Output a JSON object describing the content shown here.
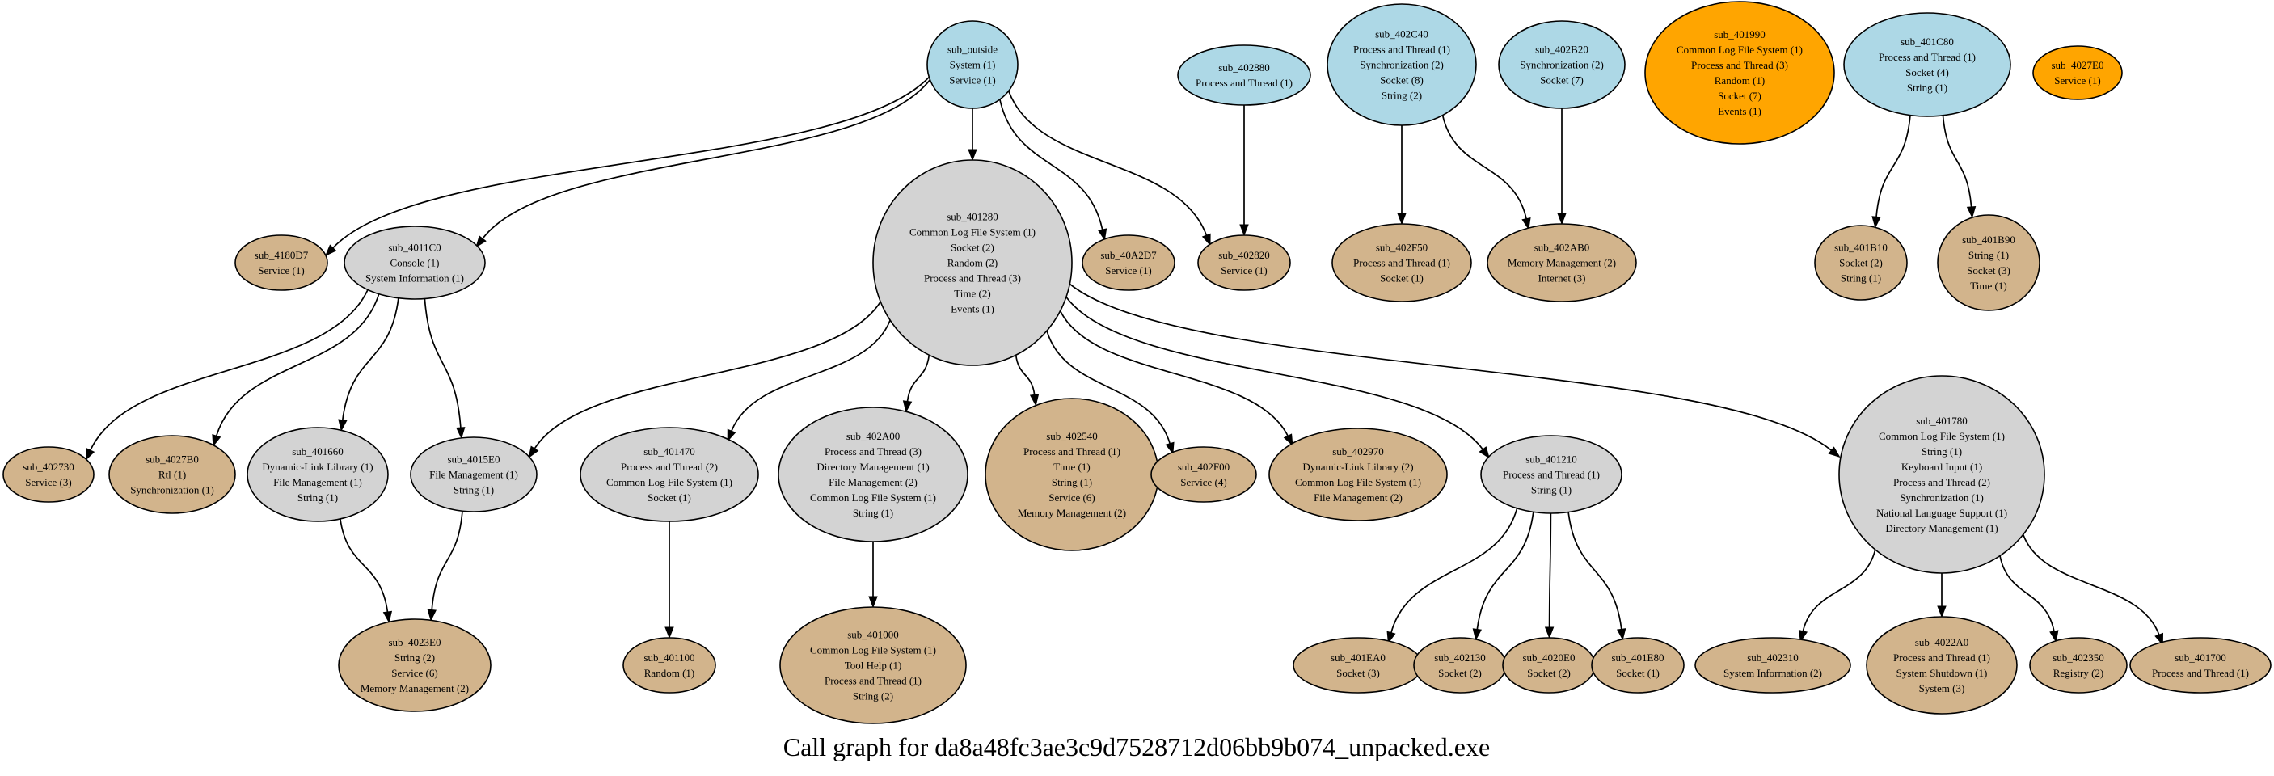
{
  "caption": "Call graph for da8a48fc3ae3c9d7528712d06bb9b074_unpacked.exe",
  "colors": {
    "entry": "#add8e6",
    "internal": "#d3d3d3",
    "leaf": "#d2b48c",
    "isolated": "#ffa500",
    "stroke": "#000000"
  },
  "nodes": [
    {
      "id": "sub_outside",
      "kind": "entry",
      "lines": [
        "sub_outside",
        "System (1)",
        "Service (1)"
      ]
    },
    {
      "id": "sub_402880",
      "kind": "entry",
      "lines": [
        "sub_402880",
        "Process and Thread (1)"
      ]
    },
    {
      "id": "sub_402C40",
      "kind": "entry",
      "lines": [
        "sub_402C40",
        "Process and Thread (1)",
        "Synchronization (2)",
        "Socket (8)",
        "String (2)"
      ]
    },
    {
      "id": "sub_402B20",
      "kind": "entry",
      "lines": [
        "sub_402B20",
        "Synchronization (2)",
        "Socket (7)"
      ]
    },
    {
      "id": "sub_401990",
      "kind": "isolated",
      "lines": [
        "sub_401990",
        "Common Log File System (1)",
        "Process and Thread (3)",
        "Random (1)",
        "Socket (7)",
        "Events (1)"
      ]
    },
    {
      "id": "sub_401C80",
      "kind": "entry",
      "lines": [
        "sub_401C80",
        "Process and Thread (1)",
        "Socket (4)",
        "String (1)"
      ]
    },
    {
      "id": "sub_4027E0",
      "kind": "isolated",
      "lines": [
        "sub_4027E0",
        "Service (1)"
      ]
    },
    {
      "id": "sub_4180D7",
      "kind": "leaf",
      "lines": [
        "sub_4180D7",
        "Service (1)"
      ]
    },
    {
      "id": "sub_4011C0",
      "kind": "internal",
      "lines": [
        "sub_4011C0",
        "Console (1)",
        "System Information (1)"
      ]
    },
    {
      "id": "sub_401280",
      "kind": "internal",
      "lines": [
        "sub_401280",
        "Common Log File System (1)",
        "Socket (2)",
        "Random (2)",
        "Process and Thread (3)",
        "Time (2)",
        "Events (1)"
      ]
    },
    {
      "id": "sub_40A2D7",
      "kind": "leaf",
      "lines": [
        "sub_40A2D7",
        "Service (1)"
      ]
    },
    {
      "id": "sub_402820",
      "kind": "leaf",
      "lines": [
        "sub_402820",
        "Service (1)"
      ]
    },
    {
      "id": "sub_402F50",
      "kind": "leaf",
      "lines": [
        "sub_402F50",
        "Process and Thread (1)",
        "Socket (1)"
      ]
    },
    {
      "id": "sub_402AB0",
      "kind": "leaf",
      "lines": [
        "sub_402AB0",
        "Memory Management (2)",
        "Internet (3)"
      ]
    },
    {
      "id": "sub_401B10",
      "kind": "leaf",
      "lines": [
        "sub_401B10",
        "Socket (2)",
        "String (1)"
      ]
    },
    {
      "id": "sub_401B90",
      "kind": "leaf",
      "lines": [
        "sub_401B90",
        "String (1)",
        "Socket (3)",
        "Time (1)"
      ]
    },
    {
      "id": "sub_402730",
      "kind": "leaf",
      "lines": [
        "sub_402730",
        "Service (3)"
      ]
    },
    {
      "id": "sub_4027B0",
      "kind": "leaf",
      "lines": [
        "sub_4027B0",
        "Rtl (1)",
        "Synchronization (1)"
      ]
    },
    {
      "id": "sub_401660",
      "kind": "internal",
      "lines": [
        "sub_401660",
        "Dynamic-Link Library (1)",
        "File Management (1)",
        "String (1)"
      ]
    },
    {
      "id": "sub_4015E0",
      "kind": "internal",
      "lines": [
        "sub_4015E0",
        "File Management (1)",
        "String (1)"
      ]
    },
    {
      "id": "sub_401470",
      "kind": "internal",
      "lines": [
        "sub_401470",
        "Process and Thread (2)",
        "Common Log File System (1)",
        "Socket (1)"
      ]
    },
    {
      "id": "sub_402A00",
      "kind": "internal",
      "lines": [
        "sub_402A00",
        "Process and Thread (3)",
        "Directory Management (1)",
        "File Management (2)",
        "Common Log File System (1)",
        "String (1)"
      ]
    },
    {
      "id": "sub_402540",
      "kind": "leaf",
      "lines": [
        "sub_402540",
        "Process and Thread (1)",
        "Time (1)",
        "String (1)",
        "Service (6)",
        "Memory Management (2)"
      ]
    },
    {
      "id": "sub_402F00",
      "kind": "leaf",
      "lines": [
        "sub_402F00",
        "Service (4)"
      ]
    },
    {
      "id": "sub_402970",
      "kind": "leaf",
      "lines": [
        "sub_402970",
        "Dynamic-Link Library (2)",
        "Common Log File System (1)",
        "File Management (2)"
      ]
    },
    {
      "id": "sub_401210",
      "kind": "internal",
      "lines": [
        "sub_401210",
        "Process and Thread (1)",
        "String (1)"
      ]
    },
    {
      "id": "sub_401780",
      "kind": "internal",
      "lines": [
        "sub_401780",
        "Common Log File System (1)",
        "String (1)",
        "Keyboard Input (1)",
        "Process and Thread (2)",
        "Synchronization (1)",
        "National Language Support (1)",
        "Directory Management (1)"
      ]
    },
    {
      "id": "sub_4023E0",
      "kind": "leaf",
      "lines": [
        "sub_4023E0",
        "String (2)",
        "Service (6)",
        "Memory Management (2)"
      ]
    },
    {
      "id": "sub_401100",
      "kind": "leaf",
      "lines": [
        "sub_401100",
        "Random (1)"
      ]
    },
    {
      "id": "sub_401000",
      "kind": "leaf",
      "lines": [
        "sub_401000",
        "Common Log File System (1)",
        "Tool Help (1)",
        "Process and Thread (1)",
        "String (2)"
      ]
    },
    {
      "id": "sub_401EA0",
      "kind": "leaf",
      "lines": [
        "sub_401EA0",
        "Socket (3)"
      ]
    },
    {
      "id": "sub_402130",
      "kind": "leaf",
      "lines": [
        "sub_402130",
        "Socket (2)"
      ]
    },
    {
      "id": "sub_4020E0",
      "kind": "leaf",
      "lines": [
        "sub_4020E0",
        "Socket (2)"
      ]
    },
    {
      "id": "sub_401E80",
      "kind": "leaf",
      "lines": [
        "sub_401E80",
        "Socket (1)"
      ]
    },
    {
      "id": "sub_402310",
      "kind": "leaf",
      "lines": [
        "sub_402310",
        "System Information (2)"
      ]
    },
    {
      "id": "sub_4022A0",
      "kind": "leaf",
      "lines": [
        "sub_4022A0",
        "Process and Thread (1)",
        "System Shutdown (1)",
        "System (3)"
      ]
    },
    {
      "id": "sub_402350",
      "kind": "leaf",
      "lines": [
        "sub_402350",
        "Registry (2)"
      ]
    },
    {
      "id": "sub_401700",
      "kind": "leaf",
      "lines": [
        "sub_401700",
        "Process and Thread (1)"
      ]
    }
  ],
  "edges": [
    [
      "sub_outside",
      "sub_4180D7"
    ],
    [
      "sub_outside",
      "sub_4011C0"
    ],
    [
      "sub_outside",
      "sub_401280"
    ],
    [
      "sub_outside",
      "sub_40A2D7"
    ],
    [
      "sub_outside",
      "sub_402820"
    ],
    [
      "sub_402880",
      "sub_402820"
    ],
    [
      "sub_402C40",
      "sub_402F50"
    ],
    [
      "sub_402C40",
      "sub_402AB0"
    ],
    [
      "sub_402B20",
      "sub_402AB0"
    ],
    [
      "sub_401C80",
      "sub_401B10"
    ],
    [
      "sub_401C80",
      "sub_401B90"
    ],
    [
      "sub_4011C0",
      "sub_402730"
    ],
    [
      "sub_4011C0",
      "sub_4027B0"
    ],
    [
      "sub_4011C0",
      "sub_401660"
    ],
    [
      "sub_4011C0",
      "sub_4015E0"
    ],
    [
      "sub_401280",
      "sub_4015E0"
    ],
    [
      "sub_401280",
      "sub_401470"
    ],
    [
      "sub_401280",
      "sub_402A00"
    ],
    [
      "sub_401280",
      "sub_402540"
    ],
    [
      "sub_401280",
      "sub_402F00"
    ],
    [
      "sub_401280",
      "sub_402970"
    ],
    [
      "sub_401280",
      "sub_401210"
    ],
    [
      "sub_401280",
      "sub_401780"
    ],
    [
      "sub_401660",
      "sub_4023E0"
    ],
    [
      "sub_4015E0",
      "sub_4023E0"
    ],
    [
      "sub_401470",
      "sub_401100"
    ],
    [
      "sub_402A00",
      "sub_401000"
    ],
    [
      "sub_401210",
      "sub_401EA0"
    ],
    [
      "sub_401210",
      "sub_402130"
    ],
    [
      "sub_401210",
      "sub_4020E0"
    ],
    [
      "sub_401210",
      "sub_401E80"
    ],
    [
      "sub_401780",
      "sub_402310"
    ],
    [
      "sub_401780",
      "sub_4022A0"
    ],
    [
      "sub_401780",
      "sub_402350"
    ],
    [
      "sub_401780",
      "sub_401700"
    ]
  ]
}
